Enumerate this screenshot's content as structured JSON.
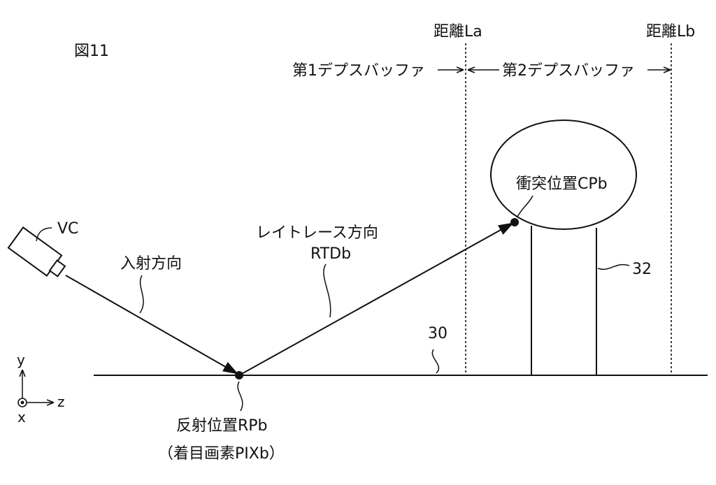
{
  "figure_label": "図11",
  "distances": {
    "la": "距離La",
    "lb": "距離Lb"
  },
  "buffers": {
    "first": "第1デプスバッファ",
    "second": "第2デプスバッファ"
  },
  "camera_label": "VC",
  "incident_label": "入射方向",
  "ray_trace_label": "レイトレース方向",
  "ray_trace_id": "RTDb",
  "collision_label": "衝突位置CPb",
  "reflection_label": "反射位置RPb",
  "pixel_label": "（着目画素PIXb）",
  "ground_ref": "30",
  "object_ref": "32",
  "axes": {
    "y": "y",
    "z": "z",
    "x": "x"
  }
}
